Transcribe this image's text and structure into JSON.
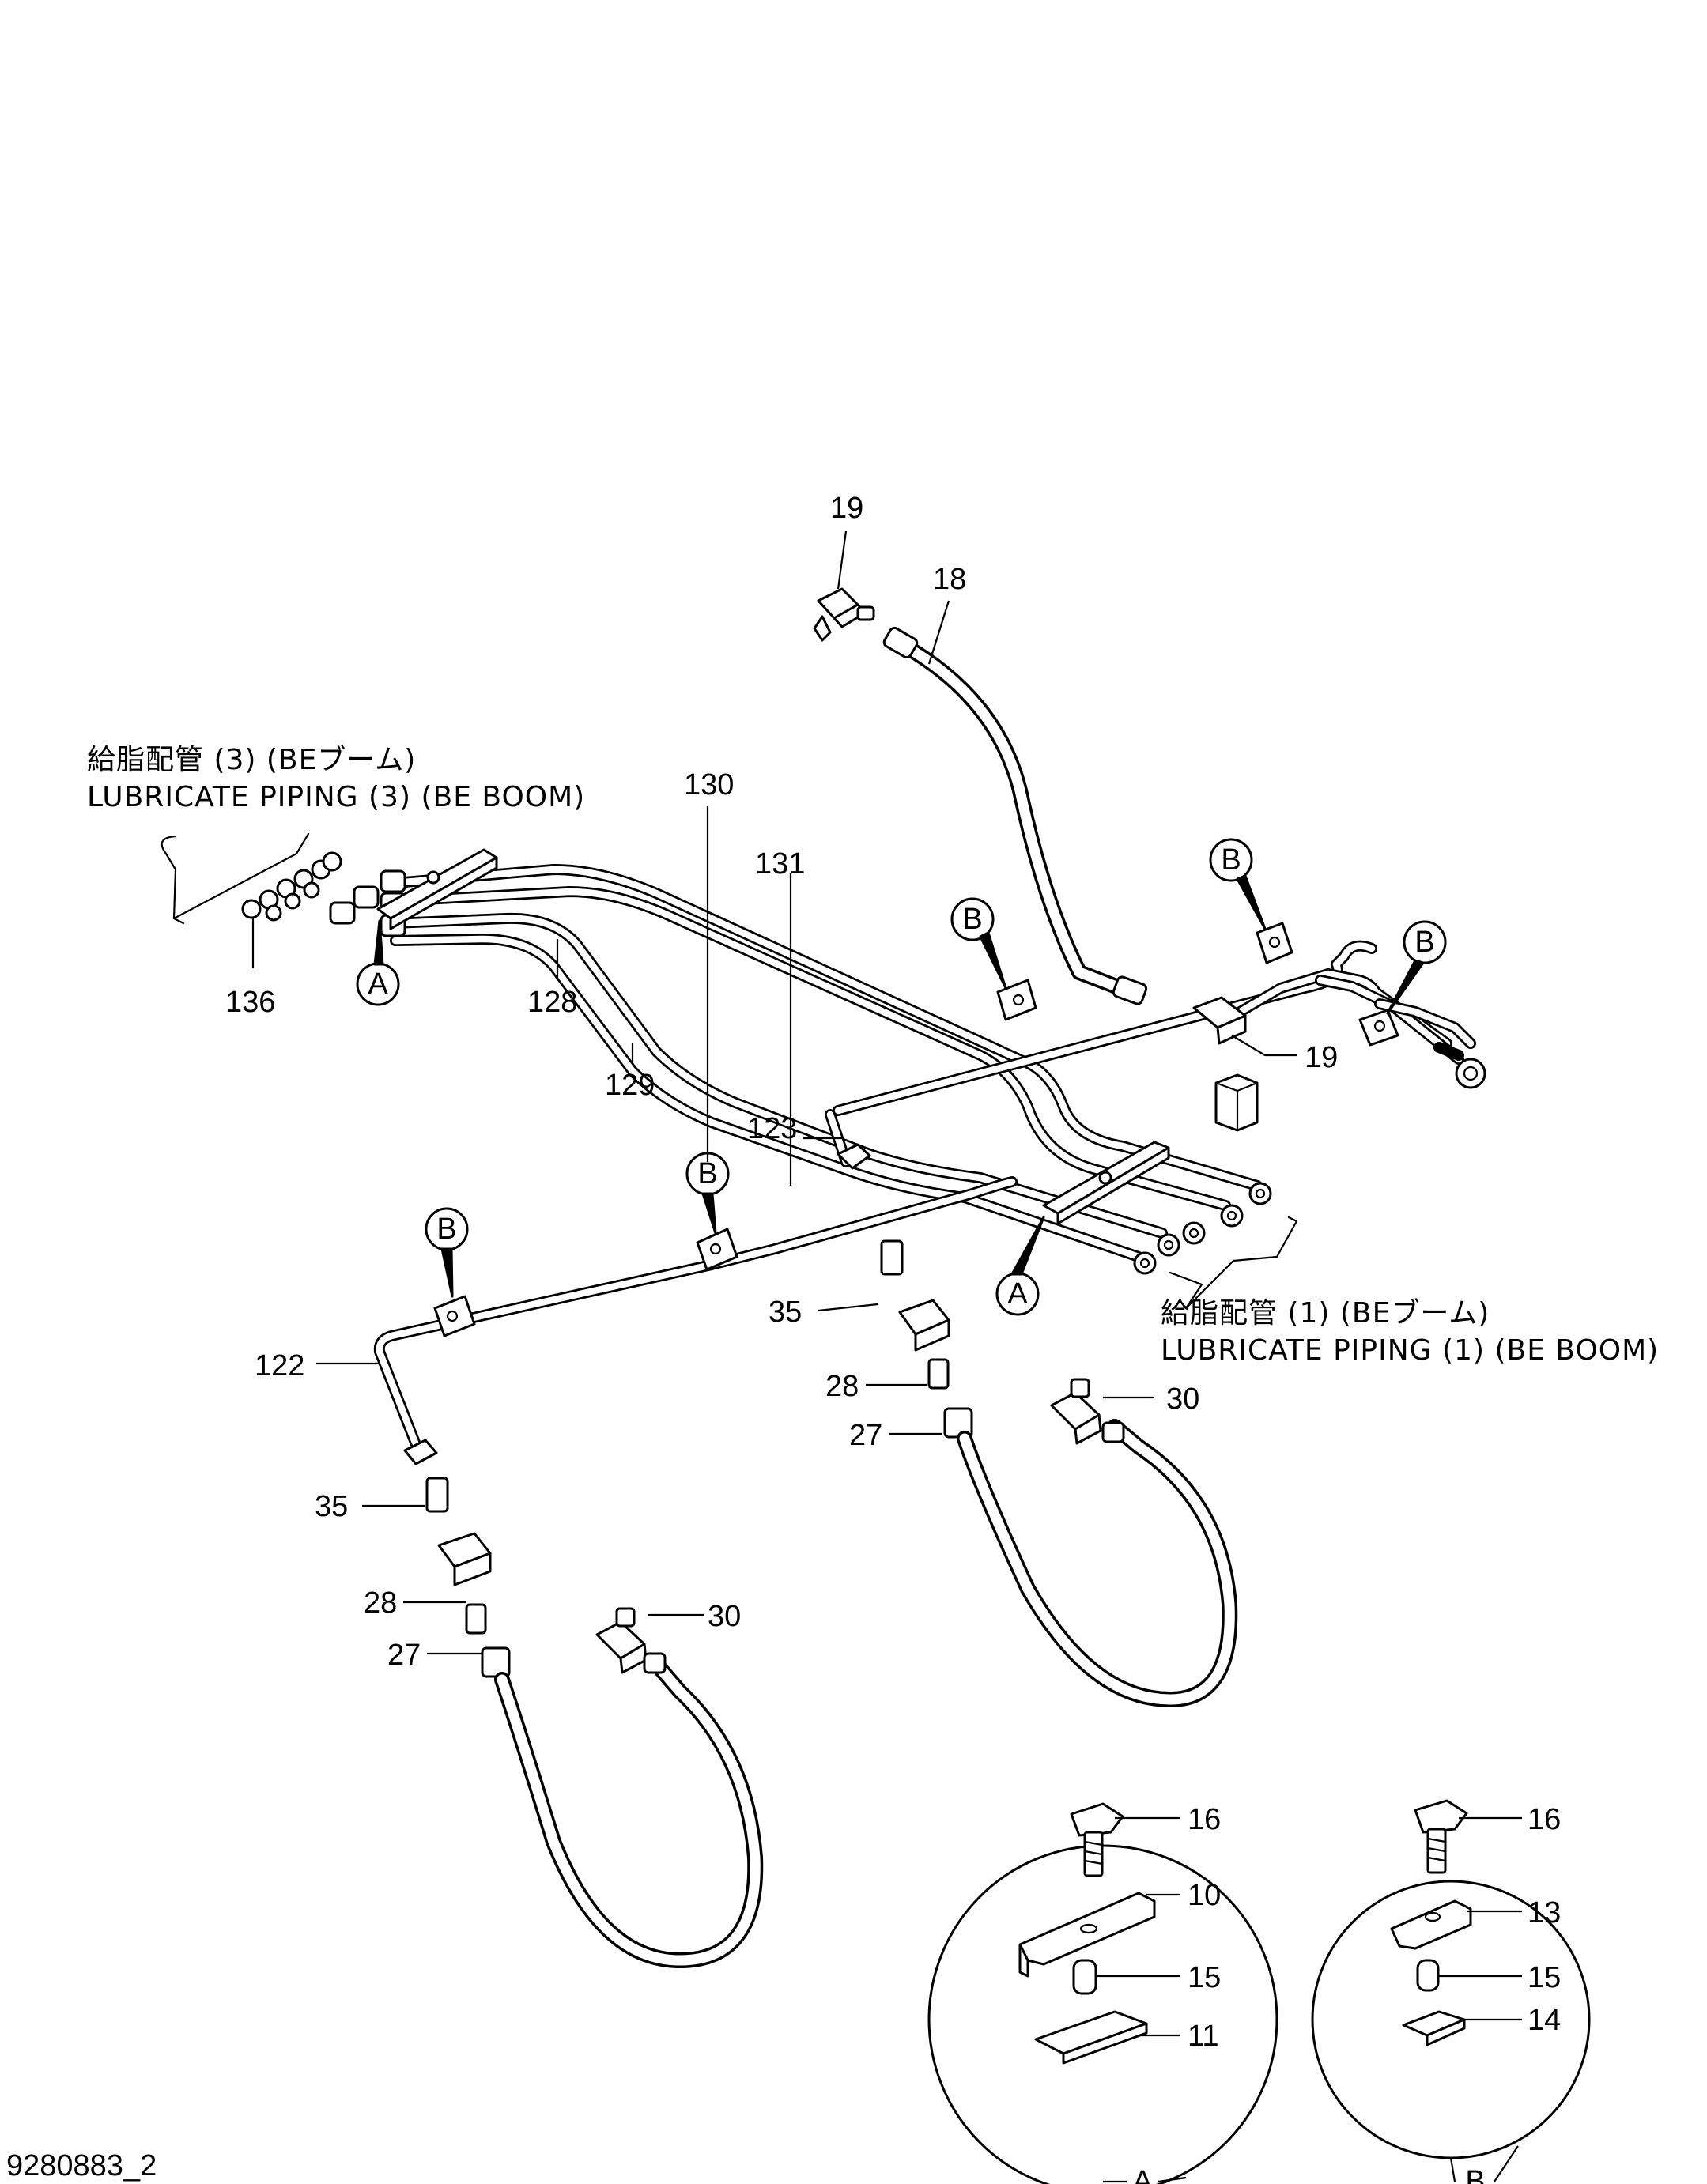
{
  "drawing_number": "9280883_2",
  "captions": {
    "piping_3_jp": "給脂配管 (3) (BEブーム)",
    "piping_3_en": "LUBRICATE PIPING (3) (BE BOOM)",
    "piping_1_jp": "給脂配管 (1) (BEブーム)",
    "piping_1_en": "LUBRICATE PIPING (1) (BE BOOM)"
  },
  "part_numbers": {
    "p19_top": "19",
    "p18": "18",
    "p130": "130",
    "p131": "131",
    "p136": "136",
    "p128": "128",
    "p129": "129",
    "p19_right": "19",
    "p123": "123",
    "p122": "122",
    "p35_mid": "35",
    "p28_mid": "28",
    "p27_mid": "27",
    "p30_mid": "30",
    "p35_left": "35",
    "p28_left": "28",
    "p27_left": "27",
    "p30_left": "30",
    "detA_16": "16",
    "detA_10": "10",
    "detA_15": "15",
    "detA_11": "11",
    "detB_16": "16",
    "detB_13": "13",
    "detB_15": "15",
    "detB_14": "14"
  },
  "callouts": {
    "a_left": "A",
    "a_center": "A",
    "b_mid_top": "B",
    "b_right_top": "B",
    "b_far_right": "B",
    "b_center": "B",
    "b_left": "B",
    "detail_a": "A",
    "detail_b": "B"
  }
}
